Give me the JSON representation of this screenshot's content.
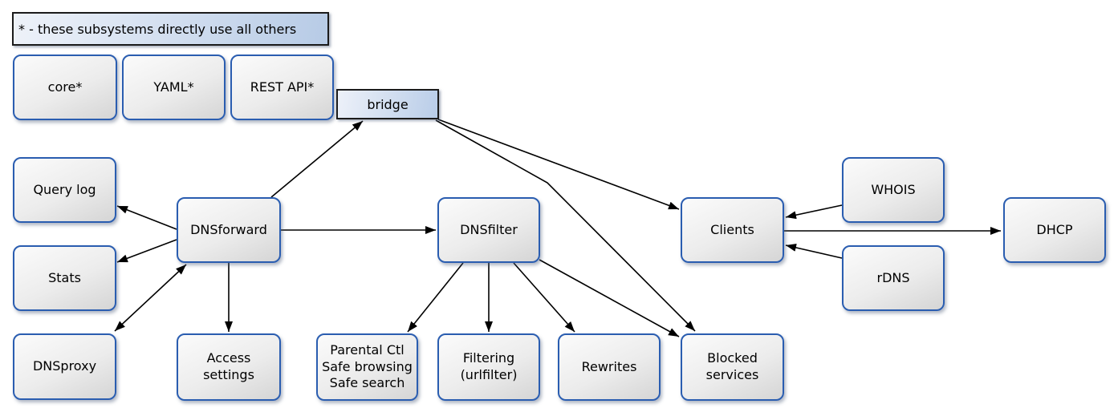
{
  "diagram": {
    "legend_note": "* - these subsystems directly use all others",
    "nodes": {
      "core": {
        "label": "core*"
      },
      "yaml": {
        "label": "YAML*"
      },
      "rest_api": {
        "label": "REST API*"
      },
      "bridge": {
        "label": "bridge"
      },
      "query_log": {
        "label": "Query log"
      },
      "stats": {
        "label": "Stats"
      },
      "dnsproxy": {
        "label": "DNSproxy"
      },
      "dnsforward": {
        "label": "DNSforward"
      },
      "access_settings": {
        "label": "Access\nsettings"
      },
      "dnsfilter": {
        "label": "DNSfilter"
      },
      "parental": {
        "label": "Parental Ctl\nSafe browsing\nSafe search"
      },
      "filtering": {
        "label": "Filtering\n(urlfilter)"
      },
      "rewrites": {
        "label": "Rewrites"
      },
      "blocked_services": {
        "label": "Blocked\nservices"
      },
      "clients": {
        "label": "Clients"
      },
      "whois": {
        "label": "WHOIS"
      },
      "rdns": {
        "label": "rDNS"
      },
      "dhcp": {
        "label": "DHCP"
      }
    },
    "edges": [
      {
        "from": "dnsforward",
        "to": "bridge",
        "bidirectional": false
      },
      {
        "from": "bridge",
        "to": "clients",
        "bidirectional": false
      },
      {
        "from": "bridge",
        "to": "blocked_services",
        "bidirectional": false
      },
      {
        "from": "dnsforward",
        "to": "query_log",
        "bidirectional": false
      },
      {
        "from": "dnsforward",
        "to": "stats",
        "bidirectional": false
      },
      {
        "from": "dnsforward",
        "to": "dnsproxy",
        "bidirectional": true
      },
      {
        "from": "dnsforward",
        "to": "access_settings",
        "bidirectional": false
      },
      {
        "from": "dnsforward",
        "to": "dnsfilter",
        "bidirectional": false
      },
      {
        "from": "dnsfilter",
        "to": "parental",
        "bidirectional": false
      },
      {
        "from": "dnsfilter",
        "to": "filtering",
        "bidirectional": false
      },
      {
        "from": "dnsfilter",
        "to": "rewrites",
        "bidirectional": false
      },
      {
        "from": "dnsfilter",
        "to": "blocked_services",
        "bidirectional": false
      },
      {
        "from": "whois",
        "to": "clients",
        "bidirectional": false
      },
      {
        "from": "rdns",
        "to": "clients",
        "bidirectional": false
      },
      {
        "from": "clients",
        "to": "dhcp",
        "bidirectional": false
      }
    ],
    "colors": {
      "node_border": "#2a5db0",
      "node_fill_light": "#fbfbfb",
      "node_fill_dark": "#d5d5d5",
      "accent_fill_light": "#edf1f9",
      "accent_fill_dark": "#b9cde8",
      "accent_border": "#1b1b1b",
      "edge_line": "#000000"
    }
  }
}
